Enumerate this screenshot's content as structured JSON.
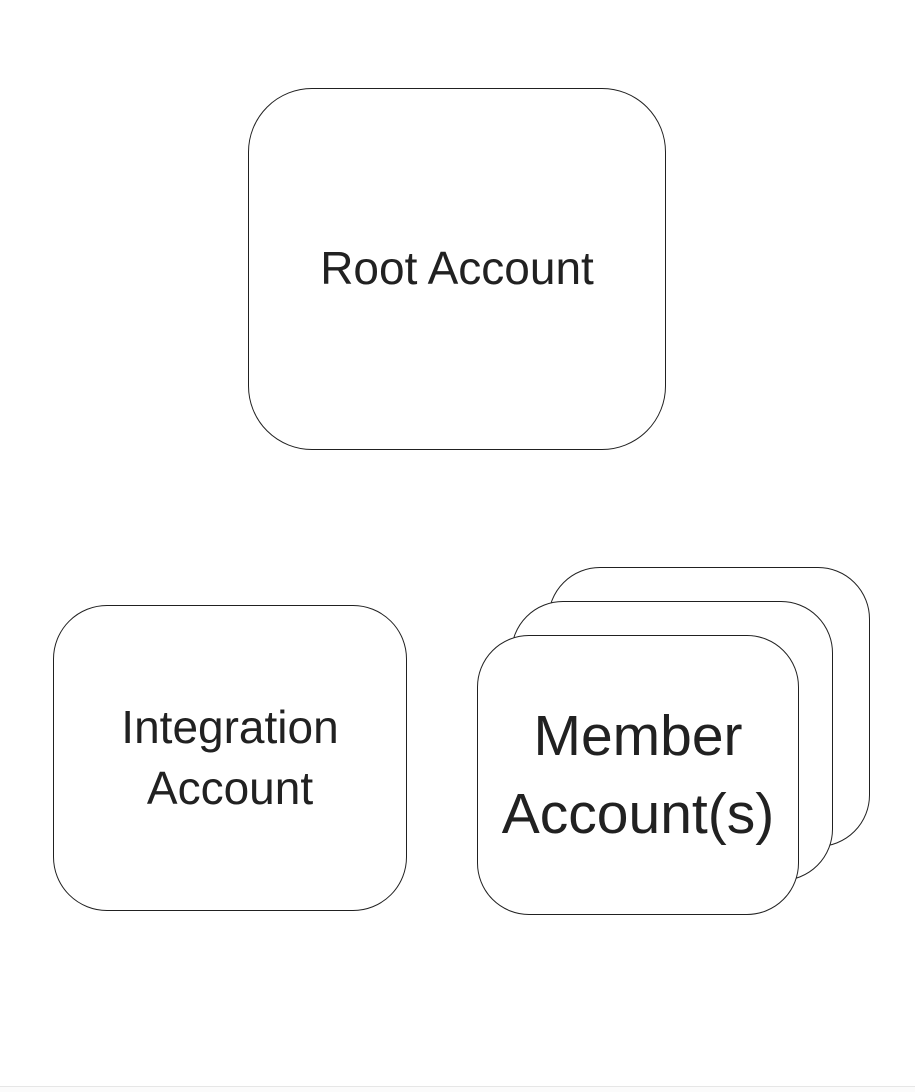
{
  "diagram": {
    "colors": {
      "background": "#ffffff",
      "node_fill": "#ffffff",
      "node_stroke": "#212121",
      "text": "#212121",
      "bottom_divider": "#e6e6e6"
    },
    "nodes": {
      "root": {
        "label": "Root Account"
      },
      "integration": {
        "label": "Integration Account"
      },
      "member": {
        "label": "Member Account(s)",
        "stack_count": 3
      }
    }
  }
}
